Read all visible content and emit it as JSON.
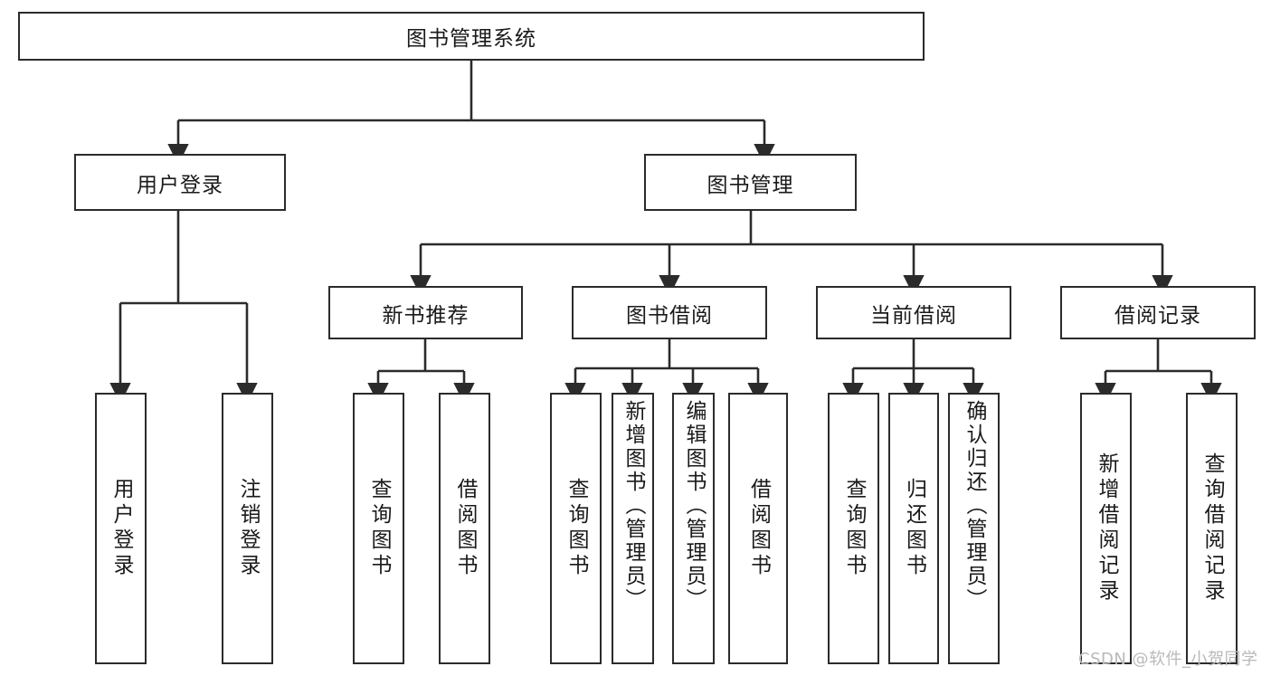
{
  "diagram": {
    "type": "tree-hierarchy-chart",
    "title": "图书管理系统",
    "line_color": "#2b2b2b",
    "box_fill": "#ffffff",
    "text_color": "#1a1a1a"
  },
  "root": {
    "label": "图书管理系统"
  },
  "level1": [
    {
      "label": "用户登录"
    },
    {
      "label": "图书管理"
    }
  ],
  "level2": [
    {
      "label": "新书推荐"
    },
    {
      "label": "图书借阅"
    },
    {
      "label": "当前借阅"
    },
    {
      "label": "借阅记录"
    }
  ],
  "leaves": {
    "user_login": [
      {
        "label": "用户登录"
      },
      {
        "label": "注销登录"
      }
    ],
    "new_book_recommend": [
      {
        "label": "查询图书"
      },
      {
        "label": "借阅图书"
      }
    ],
    "book_borrow": [
      {
        "label": "查询图书"
      },
      {
        "label": "新增图书（管理员）"
      },
      {
        "label": "编辑图书（管理员）"
      },
      {
        "label": "借阅图书"
      }
    ],
    "current_borrow": [
      {
        "label": "查询图书"
      },
      {
        "label": "归还图书"
      },
      {
        "label": "确认归还（管理员）"
      }
    ],
    "borrow_record": [
      {
        "label": "新增借阅记录"
      },
      {
        "label": "查询借阅记录"
      }
    ]
  },
  "watermark": {
    "text": "CSDN @软件_小贺同学"
  }
}
